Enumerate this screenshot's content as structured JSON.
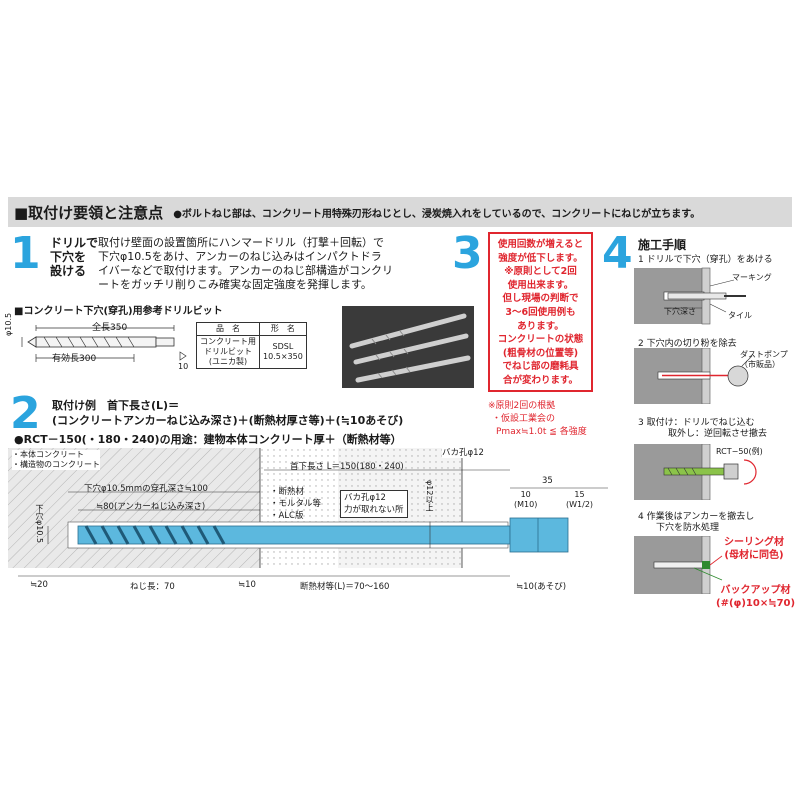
{
  "header": {
    "title": "■取付け要領と注意点",
    "note": "●ボルトねじ部は、コンクリート用特殊刃形ねじとし、浸炭焼入れをしているので、コンクリートにねじが立ちます。"
  },
  "step1": {
    "num": "1",
    "label1": "ドリルで",
    "label2": "下穴を",
    "label3": "設ける",
    "text1": "取付け壁面の設置箇所にハンマードリル（打撃＋回転）で",
    "text2": "下穴φ10.5をあけ、アンカーのねじ込みはインパクトドラ",
    "text3": "イバーなどで取付けます。アンカーのねじ部構造がコンクリ",
    "text4": "ートをガッチリ削りこみ確実な固定強度を発揮します。",
    "drill_title": "■コンクリート下穴(穿孔)用参考ドリルビット",
    "total_len": "全長350",
    "effective_len": "有効長300",
    "dia": "φ10.5",
    "tip": "10",
    "table": {
      "h1": "品　名",
      "h2": "形　名",
      "r1": "コンクリート用",
      "r2": "ドリルビット",
      "r3": "(ユニカ製)",
      "model1": "SDSL",
      "model2": "10.5×350"
    }
  },
  "step2": {
    "num": "2",
    "line1": "取付け例　首下長さ(L)＝",
    "line2": "(コンクリートアンカーねじ込み深さ)＋(断熱材厚さ等)＋(≒10あそび)",
    "line3": "●RCT－150(・180・240)の用途：建物本体コンクリート厚＋（断熱材等）",
    "legend1": "・本体コンクリート",
    "legend2": "・構造物のコンクリート",
    "hole_depth": "下穴φ10.5mmの穿孔深さ≒100",
    "screw_depth": "≒80(アンカーねじ込み深さ)",
    "neck_len": "首下長さ L＝150(180・240)",
    "baka": "バカ孔φ12",
    "insul1": "・断熱材",
    "insul2": "・モルタル等",
    "insul3": "・ALC版",
    "baka_note1": "バカ孔φ12",
    "baka_note2": "力が取れない所",
    "baka_dim": "φ12以上",
    "hole_dim": "下穴φ10.5",
    "d35": "35",
    "d10": "10",
    "m10": "(M10)",
    "d15": "15",
    "w12": "(W1/2)",
    "d20": "≒20",
    "thread_len": "ねじ長：70",
    "d10b": "≒10",
    "insul_len": "断熱材等(L)＝70〜160",
    "play": "≒10(あそび)"
  },
  "step3": {
    "num": "3",
    "t1": "使用回数が増えると",
    "t2": "強度が低下します。",
    "t3": "※原則として2回",
    "t4": "使用出来ます。",
    "t5": "但し現場の判断で",
    "t6": "3〜6回使用例も",
    "t7": "あります。",
    "t8": "コンクリートの状態",
    "t9": "(粗骨材の位置等)",
    "t10": "でねじ部の磨耗具",
    "t11": "合が変わります。",
    "basis1": "※原則2回の根拠",
    "basis2": "・仮設工業会の",
    "basis3": "Pmax≒1.0t ≦ 各強度"
  },
  "step4": {
    "num": "4",
    "title": "施工手順",
    "s1": "1 ドリルで下穴（穿孔）をあける",
    "marking": "マーキング",
    "depth": "下穴深さ",
    "tile": "タイル",
    "s2": "2 下穴内の切り粉を除去",
    "pump1": "ダストポンプ",
    "pump2": "（市販品）",
    "s3a": "3 取付け：ドリルでねじ込む",
    "s3b": "取外し：逆回転させ撤去",
    "rct": "RCT−50(例)",
    "s4a": "4 作業後はアンカーを撤去し",
    "s4b": "下穴を防水処理",
    "seal1": "シーリング材",
    "seal2": "(母材に同色)",
    "backup1": "バックアップ材",
    "backup2": "(#(φ)10×≒70)"
  },
  "colors": {
    "accent": "#2ba4de",
    "red": "#e0262f",
    "green": "#2f8a2f",
    "header_bg": "#d9d9d9",
    "anchor": "#5cb8de"
  }
}
